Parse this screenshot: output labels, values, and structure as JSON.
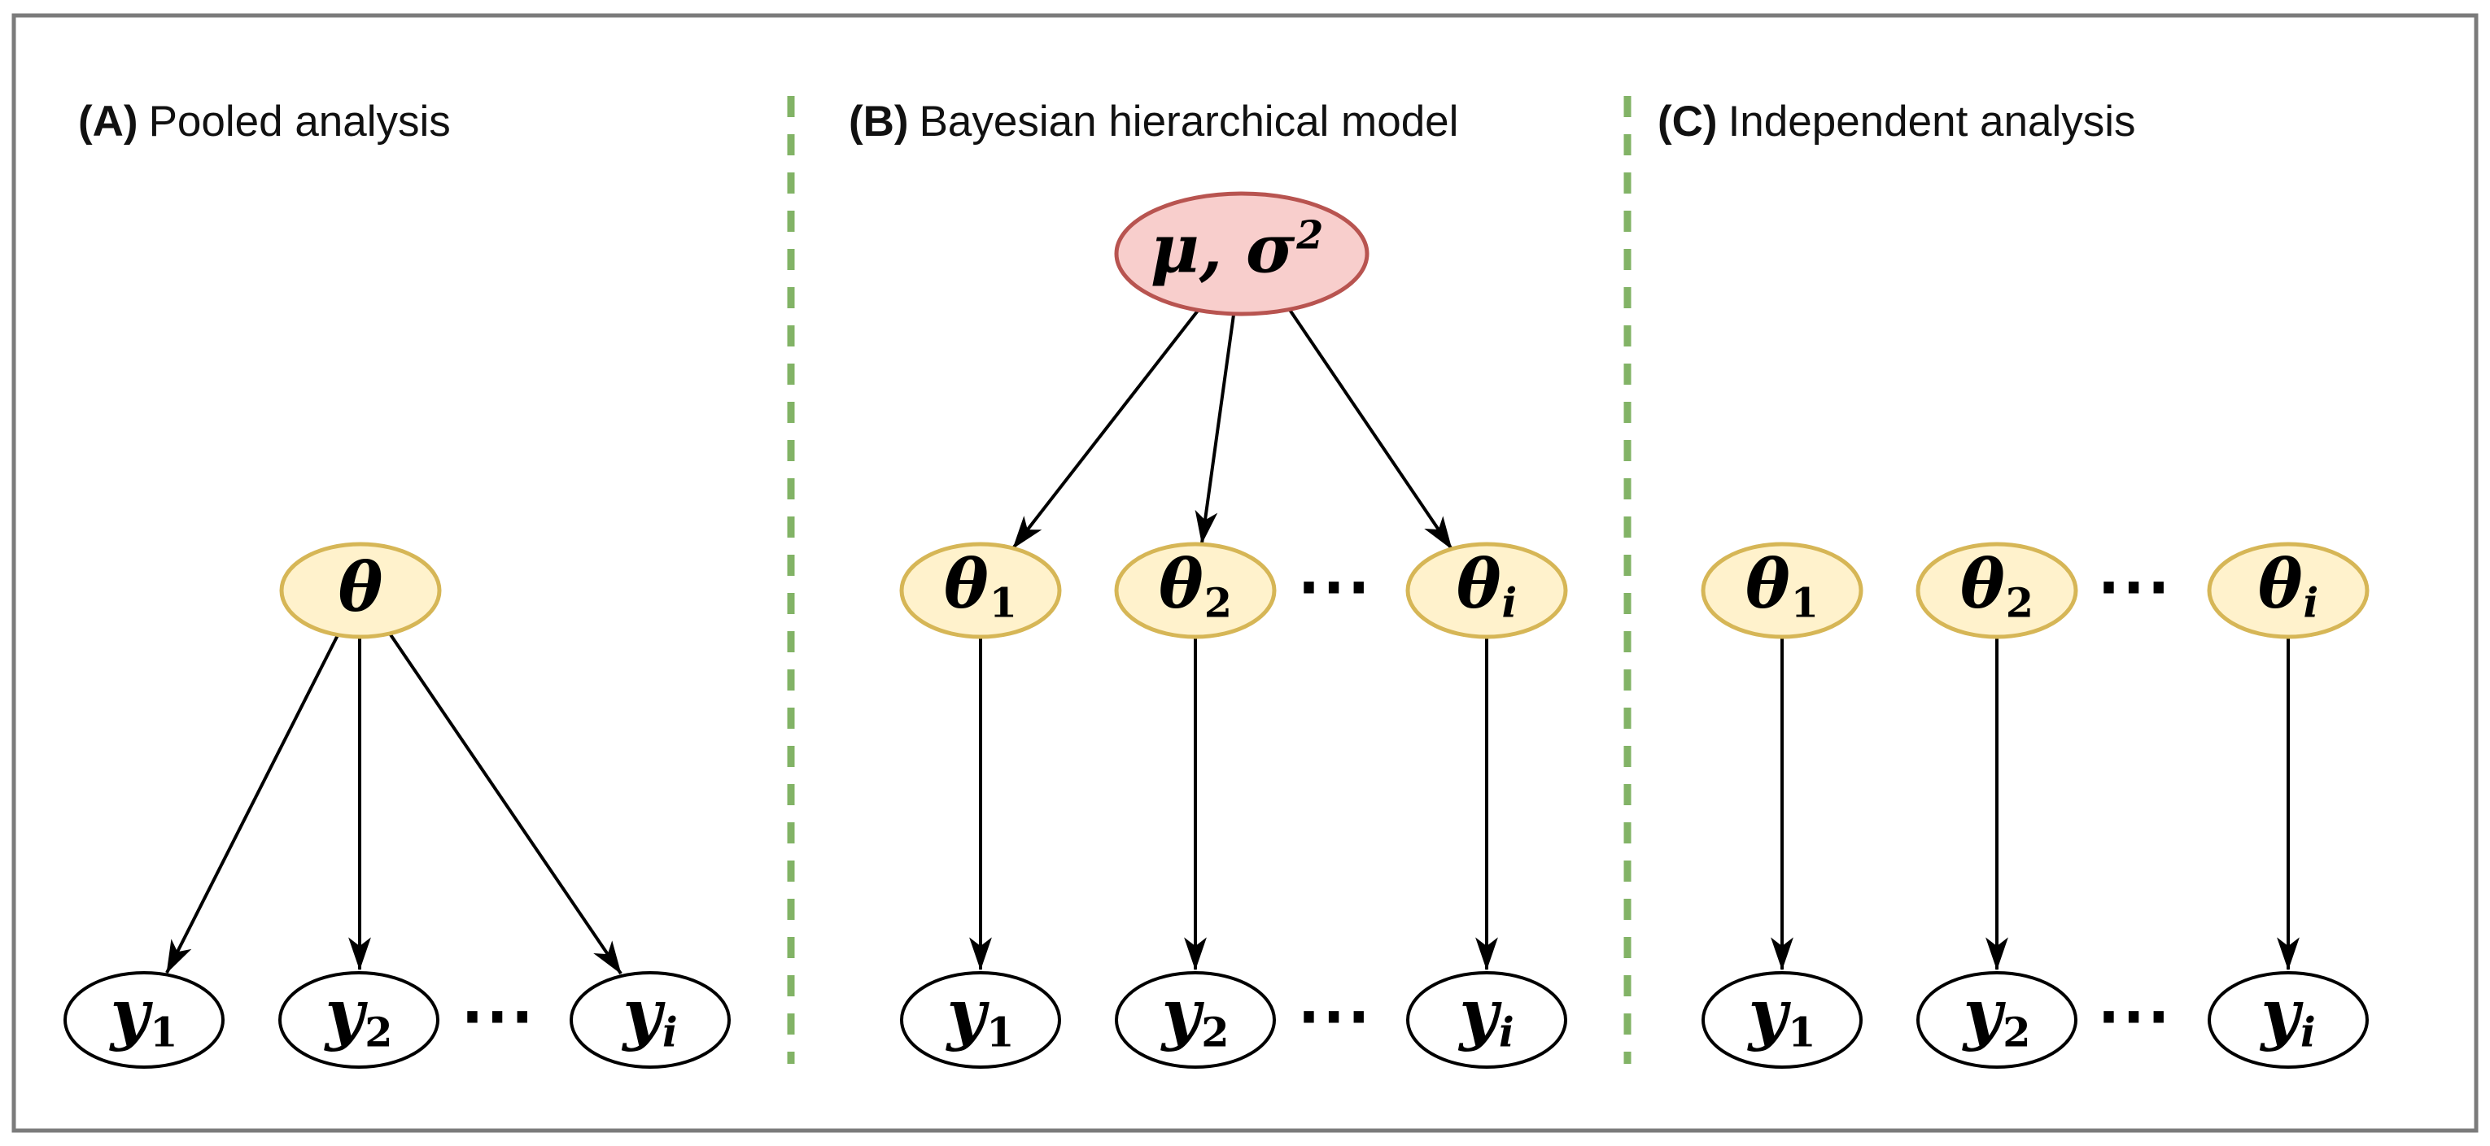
{
  "ellipsis": "⋯",
  "colors": {
    "yellow_fill": "#fff2cc",
    "yellow_stroke": "#d6b656",
    "red_fill": "#f8cecc",
    "red_stroke": "#b85450",
    "divider_green": "#82b366",
    "border_gray": "#7b7b7b",
    "arrow_black": "#000000",
    "text_black": "#111111"
  },
  "panels": [
    {
      "tag": "(A)",
      "title": "Pooled analysis",
      "theta": {
        "base": "θ"
      },
      "y_nodes": [
        {
          "base": "y",
          "sub": "1"
        },
        {
          "base": "y",
          "sub": "2"
        },
        {
          "base": "y",
          "sub": "i"
        }
      ]
    },
    {
      "tag": "(B)",
      "title": "Bayesian hierarchical model",
      "hyper": {
        "base": "μ, σ",
        "sup": "2"
      },
      "theta_nodes": [
        {
          "base": "θ",
          "sub": "1"
        },
        {
          "base": "θ",
          "sub": "2"
        },
        {
          "base": "θ",
          "sub": "i"
        }
      ],
      "y_nodes": [
        {
          "base": "y",
          "sub": "1"
        },
        {
          "base": "y",
          "sub": "2"
        },
        {
          "base": "y",
          "sub": "i"
        }
      ]
    },
    {
      "tag": "(C)",
      "title": "Independent analysis",
      "theta_nodes": [
        {
          "base": "θ",
          "sub": "1"
        },
        {
          "base": "θ",
          "sub": "2"
        },
        {
          "base": "θ",
          "sub": "i"
        }
      ],
      "y_nodes": [
        {
          "base": "y",
          "sub": "1"
        },
        {
          "base": "y",
          "sub": "2"
        },
        {
          "base": "y",
          "sub": "i"
        }
      ]
    }
  ]
}
